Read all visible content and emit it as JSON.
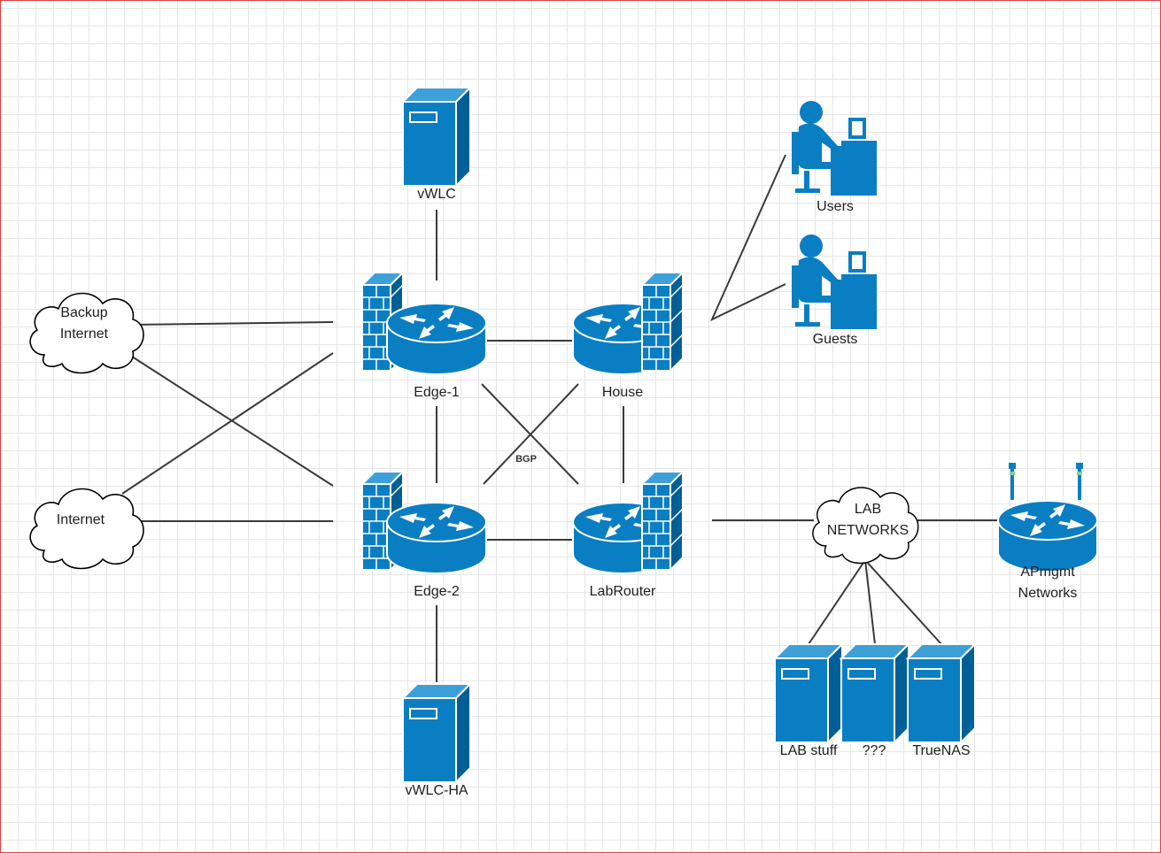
{
  "nodes": {
    "vwlc": "vWLC",
    "vwlc_ha": "vWLC-HA",
    "edge1": "Edge-1",
    "edge2": "Edge-2",
    "house": "House",
    "labrouter": "LabRouter",
    "users": "Users",
    "guests": "Guests",
    "backup_internet_line1": "Backup",
    "backup_internet_line2": "Internet",
    "internet": "Internet",
    "lab_networks_line1": "LAB",
    "lab_networks_line2": "NETWORKS",
    "apmgmt_line1": "APmgmt",
    "apmgmt_line2": "Networks",
    "lab_stuff": "LAB stuff",
    "unknown": "???",
    "truenas": "TrueNAS"
  },
  "edges": {
    "bgp_label": "BGP"
  },
  "colors": {
    "device": "#0a7ec2",
    "device_dark": "#005f96",
    "line": "#333333"
  }
}
